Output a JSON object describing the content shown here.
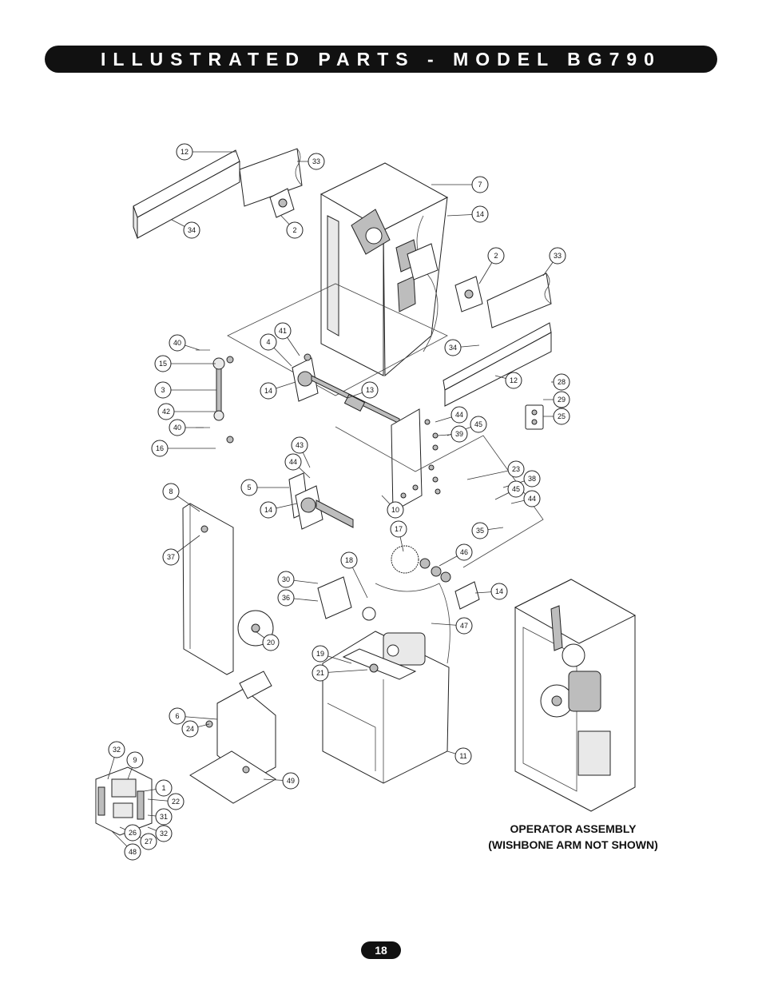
{
  "header": {
    "title": "ILLUSTRATED PARTS - MODEL BG790"
  },
  "caption": {
    "line1": "OPERATOR ASSEMBLY",
    "line2": "(WISHBONE ARM NOT SHOWN)"
  },
  "page_number": "18",
  "callouts": [
    "12",
    "33",
    "7",
    "14",
    "34",
    "2",
    "2",
    "33",
    "41",
    "40",
    "4",
    "34",
    "15",
    "14",
    "13",
    "12",
    "28",
    "3",
    "29",
    "25",
    "44",
    "42",
    "45",
    "39",
    "40",
    "16",
    "43",
    "44",
    "23",
    "38",
    "45",
    "5",
    "8",
    "44",
    "14",
    "10",
    "35",
    "17",
    "37",
    "46",
    "18",
    "30",
    "14",
    "36",
    "47",
    "20",
    "19",
    "21",
    "6",
    "24",
    "11",
    "32",
    "9",
    "49",
    "1",
    "22",
    "31",
    "26",
    "32",
    "27",
    "48"
  ]
}
